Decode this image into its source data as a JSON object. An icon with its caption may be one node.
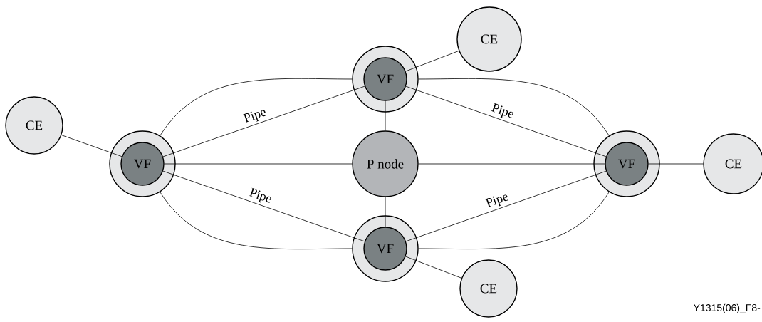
{
  "diagram": {
    "nodes": [
      {
        "text": [
          "CE"
        ]
      },
      {
        "text": [],
        "shape": "circle"
      },
      {
        "text": [
          "VF"
        ],
        "in": 1
      },
      {
        "text": [
          "CE"
        ]
      },
      {
        "text": [],
        "shape": "circle"
      },
      {
        "text": [
          "VF"
        ],
        "in": 4
      },
      {
        "text": [
          "P node"
        ]
      },
      {
        "text": [],
        "shape": "circle"
      },
      {
        "text": [
          "VF"
        ],
        "in": 7
      },
      {
        "text": [
          "CE"
        ]
      },
      {
        "text": [],
        "shape": "circle"
      },
      {
        "text": [
          "VF"
        ],
        "in": 10
      },
      {
        "text": [
          "CE"
        ]
      }
    ],
    "edges": [
      {
        "from": 3,
        "to": 5,
        "arrow": "none"
      },
      {
        "from": 2,
        "to": 0,
        "arrow": "none"
      },
      {
        "from": 8,
        "to": 9,
        "arrow": "none"
      },
      {
        "from": 11,
        "to": 12,
        "arrow": "none"
      },
      {
        "from": 5,
        "to": 2,
        "arrow": "none",
        "label": "Pipe"
      },
      {
        "from": 2,
        "to": 8,
        "arrow": "none",
        "label": "Pipe"
      },
      {
        "from": 5,
        "to": 11,
        "arrow": "none",
        "label": "Pipe"
      },
      {
        "from": 11,
        "to": 8,
        "arrow": "none",
        "label": "Pipe"
      },
      {
        "from": 5,
        "to": 6,
        "arrow": "none"
      },
      {
        "from": 6,
        "to": 8,
        "arrow": "none"
      },
      {
        "from": 2,
        "to": 6,
        "arrow": "none"
      },
      {
        "from": 6,
        "to": 11,
        "arrow": "none"
      },
      {
        "from": 4,
        "to": 1,
        "arrow": "none"
      },
      {
        "from": 1,
        "to": 7,
        "arrow": "none"
      },
      {
        "from": 4,
        "to": 10,
        "arrow": "none"
      },
      {
        "from": 10,
        "to": 7,
        "arrow": "none"
      }
    ],
    "labels": [
      "Y1315(06)_F8-"
    ]
  }
}
